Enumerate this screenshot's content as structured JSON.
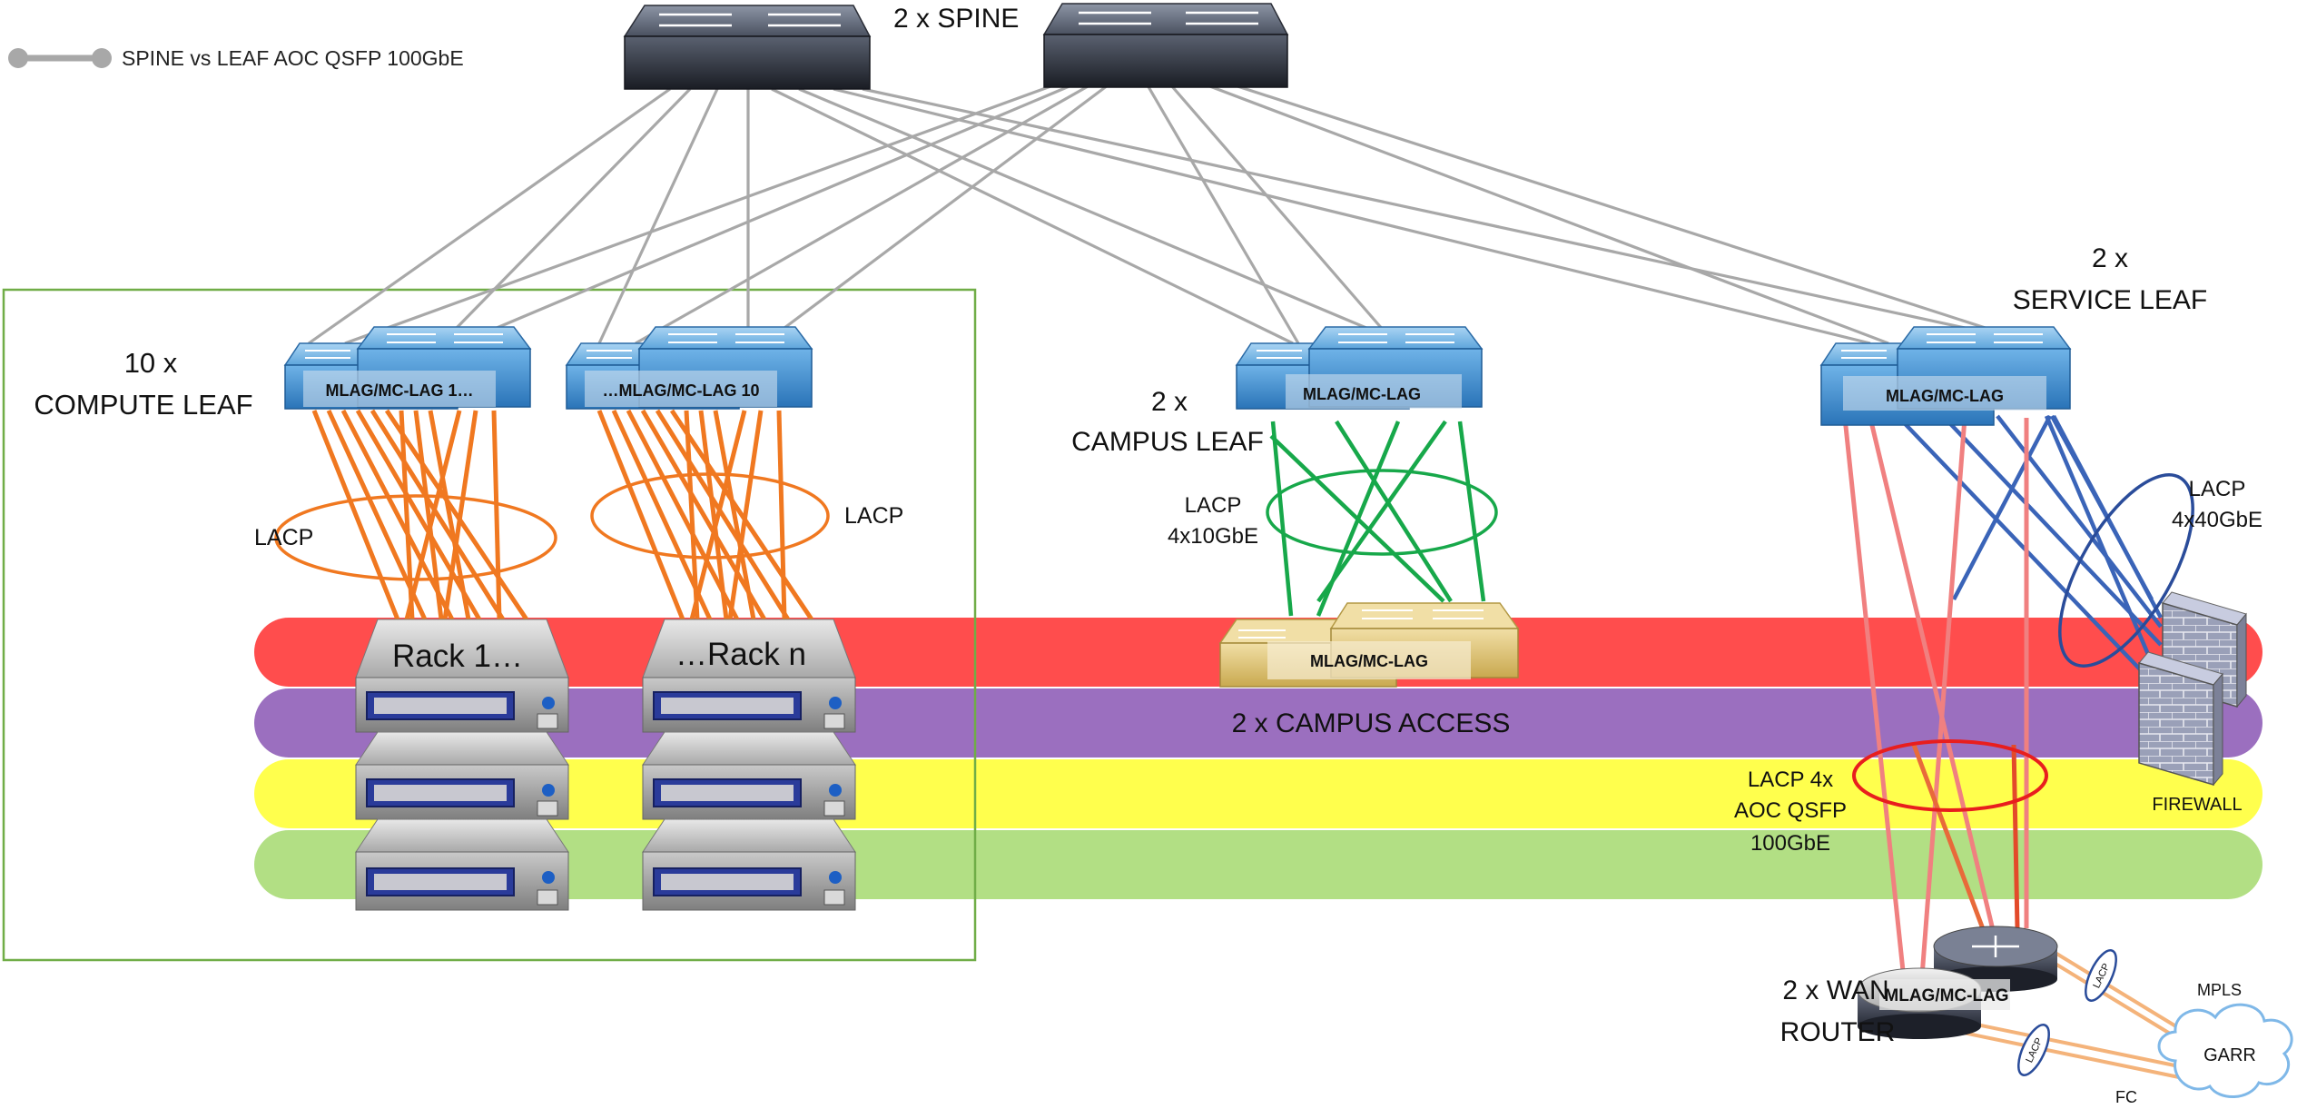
{
  "legend": {
    "text": "SPINE vs LEAF AOC QSFP 100GbE",
    "link_color": "#a8a8a8"
  },
  "spine": {
    "label": "2 x SPINE"
  },
  "compute_leaf": {
    "label_line1": "10 x",
    "label_line2": "COMPUTE LEAF",
    "switch1_label": "MLAG/MC-LAG 1…",
    "switch2_label": "…MLAG/MC-LAG 10",
    "lacp_label_left": "LACP",
    "lacp_label_right": "LACP",
    "link_color": "#f07820"
  },
  "racks": {
    "rack1_label": "Rack 1…",
    "rackn_label": "…Rack n"
  },
  "campus_leaf": {
    "label_line1": "2 x",
    "label_line2": "CAMPUS LEAF",
    "switch_label": "MLAG/MC-LAG",
    "lacp_line1": "LACP",
    "lacp_line2": "4x10GbE",
    "link_color": "#17a84a"
  },
  "campus_access": {
    "label": "2 x CAMPUS ACCESS",
    "switch_label": "MLAG/MC-LAG"
  },
  "service_leaf": {
    "label_line1": "2 x",
    "label_line2": "SERVICE LEAF",
    "switch_label": "MLAG/MC-LAG",
    "lacp_line1": "LACP",
    "lacp_line2": "4x40GbE",
    "fw_link_color": "#3a64b8",
    "router_link_color": "#f08080"
  },
  "firewall": {
    "label": "FIREWALL"
  },
  "wan_router": {
    "label_line1": "2 x WAN",
    "label_line2": "ROUTER",
    "switch_label": "MLAG/MC-LAG",
    "lacp_line1": "LACP 4x",
    "lacp_line2": "AOC QSFP",
    "lacp_line3": "100GbE"
  },
  "wan": {
    "cloud_label": "GARR",
    "mpls_label": "MPLS",
    "fc_label": "FC",
    "lacp_badge_1": "LACP",
    "lacp_badge_2": "LACP"
  },
  "colors": {
    "band_red": "#ff4d4d",
    "band_purple": "#9b6fbf",
    "band_yellow": "#ffff4d",
    "band_green": "#b2df84",
    "compute_frame": "#70ad47"
  }
}
